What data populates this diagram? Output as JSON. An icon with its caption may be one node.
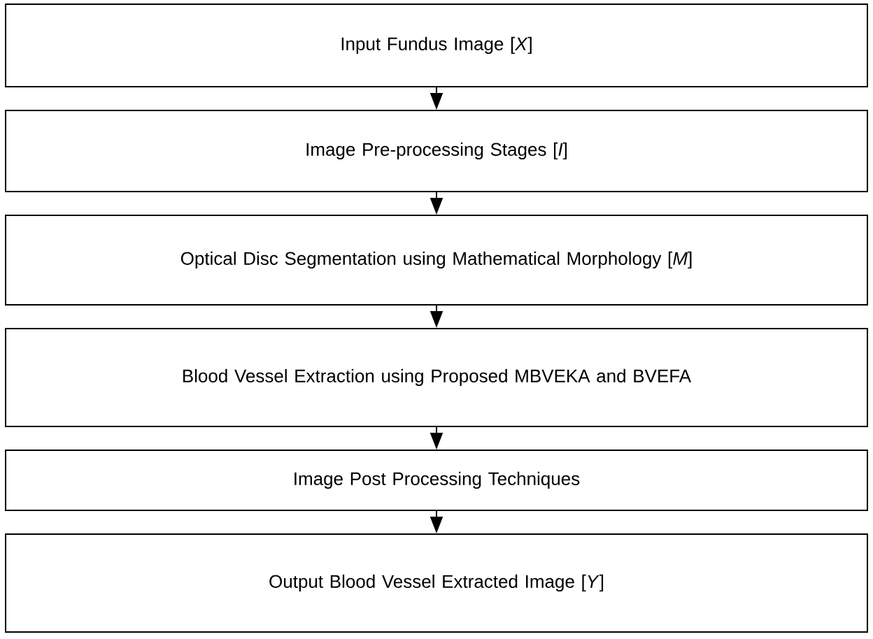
{
  "diagram": {
    "nodes": [
      {
        "text": [
          "Input Fundus Image [*X*]"
        ]
      },
      {
        "text": [
          "Image Pre-processing Stages [*I*]"
        ]
      },
      {
        "text": [
          "Optical Disc Segmentation using Mathematical Morphology [*M*]"
        ]
      },
      {
        "text": [
          "Blood Vessel Extraction using Proposed MBVEKA and BVEFA"
        ]
      },
      {
        "text": [
          "Image Post Processing Techniques"
        ]
      },
      {
        "text": [
          "Output Blood Vessel Extracted Image [*Y*]"
        ]
      }
    ],
    "edges": [
      {
        "from": 0,
        "to": 1,
        "arrow": "to"
      },
      {
        "from": 1,
        "to": 2,
        "arrow": "to"
      },
      {
        "from": 2,
        "to": 3,
        "arrow": "to"
      },
      {
        "from": 3,
        "to": 4,
        "arrow": "to"
      },
      {
        "from": 4,
        "to": 5,
        "arrow": "to"
      }
    ]
  }
}
